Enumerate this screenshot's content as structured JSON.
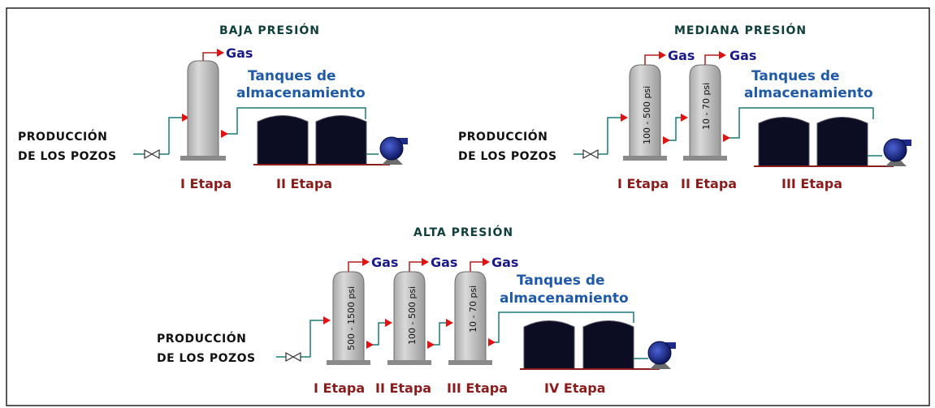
{
  "colors": {
    "vessel": "#c7c7c7",
    "vessel_stroke": "#6b6b6b",
    "tank": "#0c0c22",
    "pipe": "#1a7a78",
    "gas_pipe": "#b81b1b",
    "arrow": "#e01212",
    "stage_label": "#8c1c1c",
    "gas_label": "#1a1a8c",
    "tank_label": "#1f5aa8",
    "pump": "#1d2c8a",
    "title": "#0f3f3c"
  },
  "baja": {
    "title": "BAJA PRESIÓN",
    "produccion_line1": "PRODUCCIÓN",
    "produccion_line2": "DE LOS POZOS",
    "gas": [
      "Gas"
    ],
    "tanques_line1": "Tanques de",
    "tanques_line2": "almacenamiento",
    "etapas": [
      "I Etapa",
      "II Etapa"
    ]
  },
  "mediana": {
    "title": "MEDIANA PRESIÓN",
    "produccion_line1": "PRODUCCIÓN",
    "produccion_line2": "DE LOS POZOS",
    "gas": [
      "Gas",
      "Gas"
    ],
    "pressures": [
      "100 - 500 psi",
      "10 - 70 psi"
    ],
    "tanques_line1": "Tanques de",
    "tanques_line2": "almacenamiento",
    "etapas": [
      "I Etapa",
      "II Etapa",
      "III Etapa"
    ]
  },
  "alta": {
    "title": "ALTA PRESIÓN",
    "produccion_line1": "PRODUCCIÓN",
    "produccion_line2": "DE LOS POZOS",
    "gas": [
      "Gas",
      "Gas",
      "Gas"
    ],
    "pressures": [
      "500 - 1500 psi",
      "100 - 500 psi",
      "10 - 70 psi"
    ],
    "tanques_line1": "Tanques de",
    "tanques_line2": "almacenamiento",
    "etapas": [
      "I Etapa",
      "II Etapa",
      "III Etapa",
      "IV Etapa"
    ]
  }
}
